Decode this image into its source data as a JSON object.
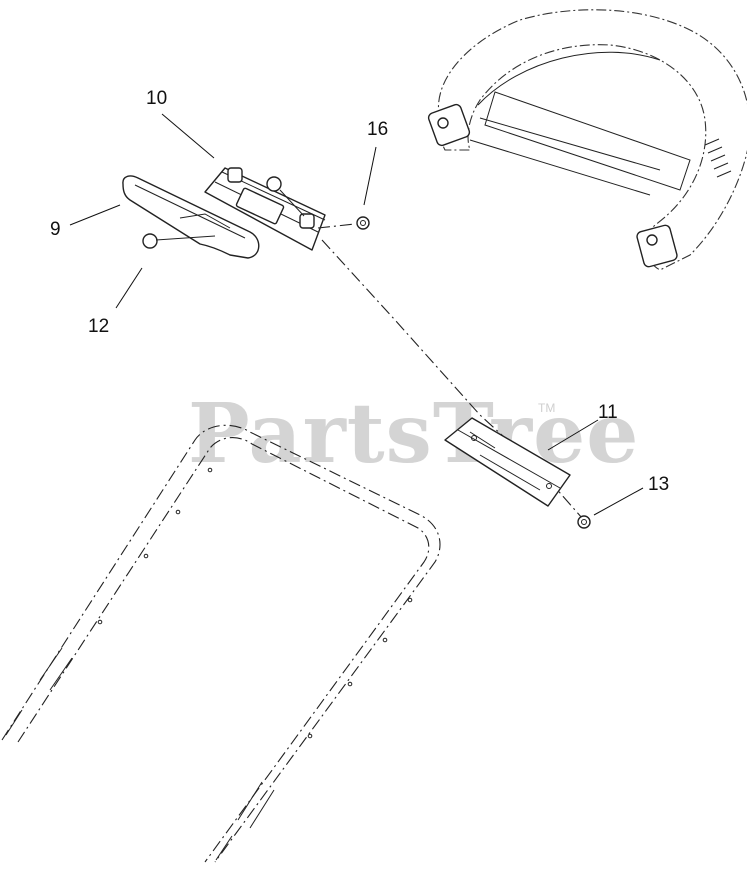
{
  "watermark": {
    "text": "PartsTree",
    "tm": "TM"
  },
  "labels": {
    "p9": "9",
    "p10": "10",
    "p11": "11",
    "p12": "12",
    "p13": "13",
    "p16": "16"
  }
}
